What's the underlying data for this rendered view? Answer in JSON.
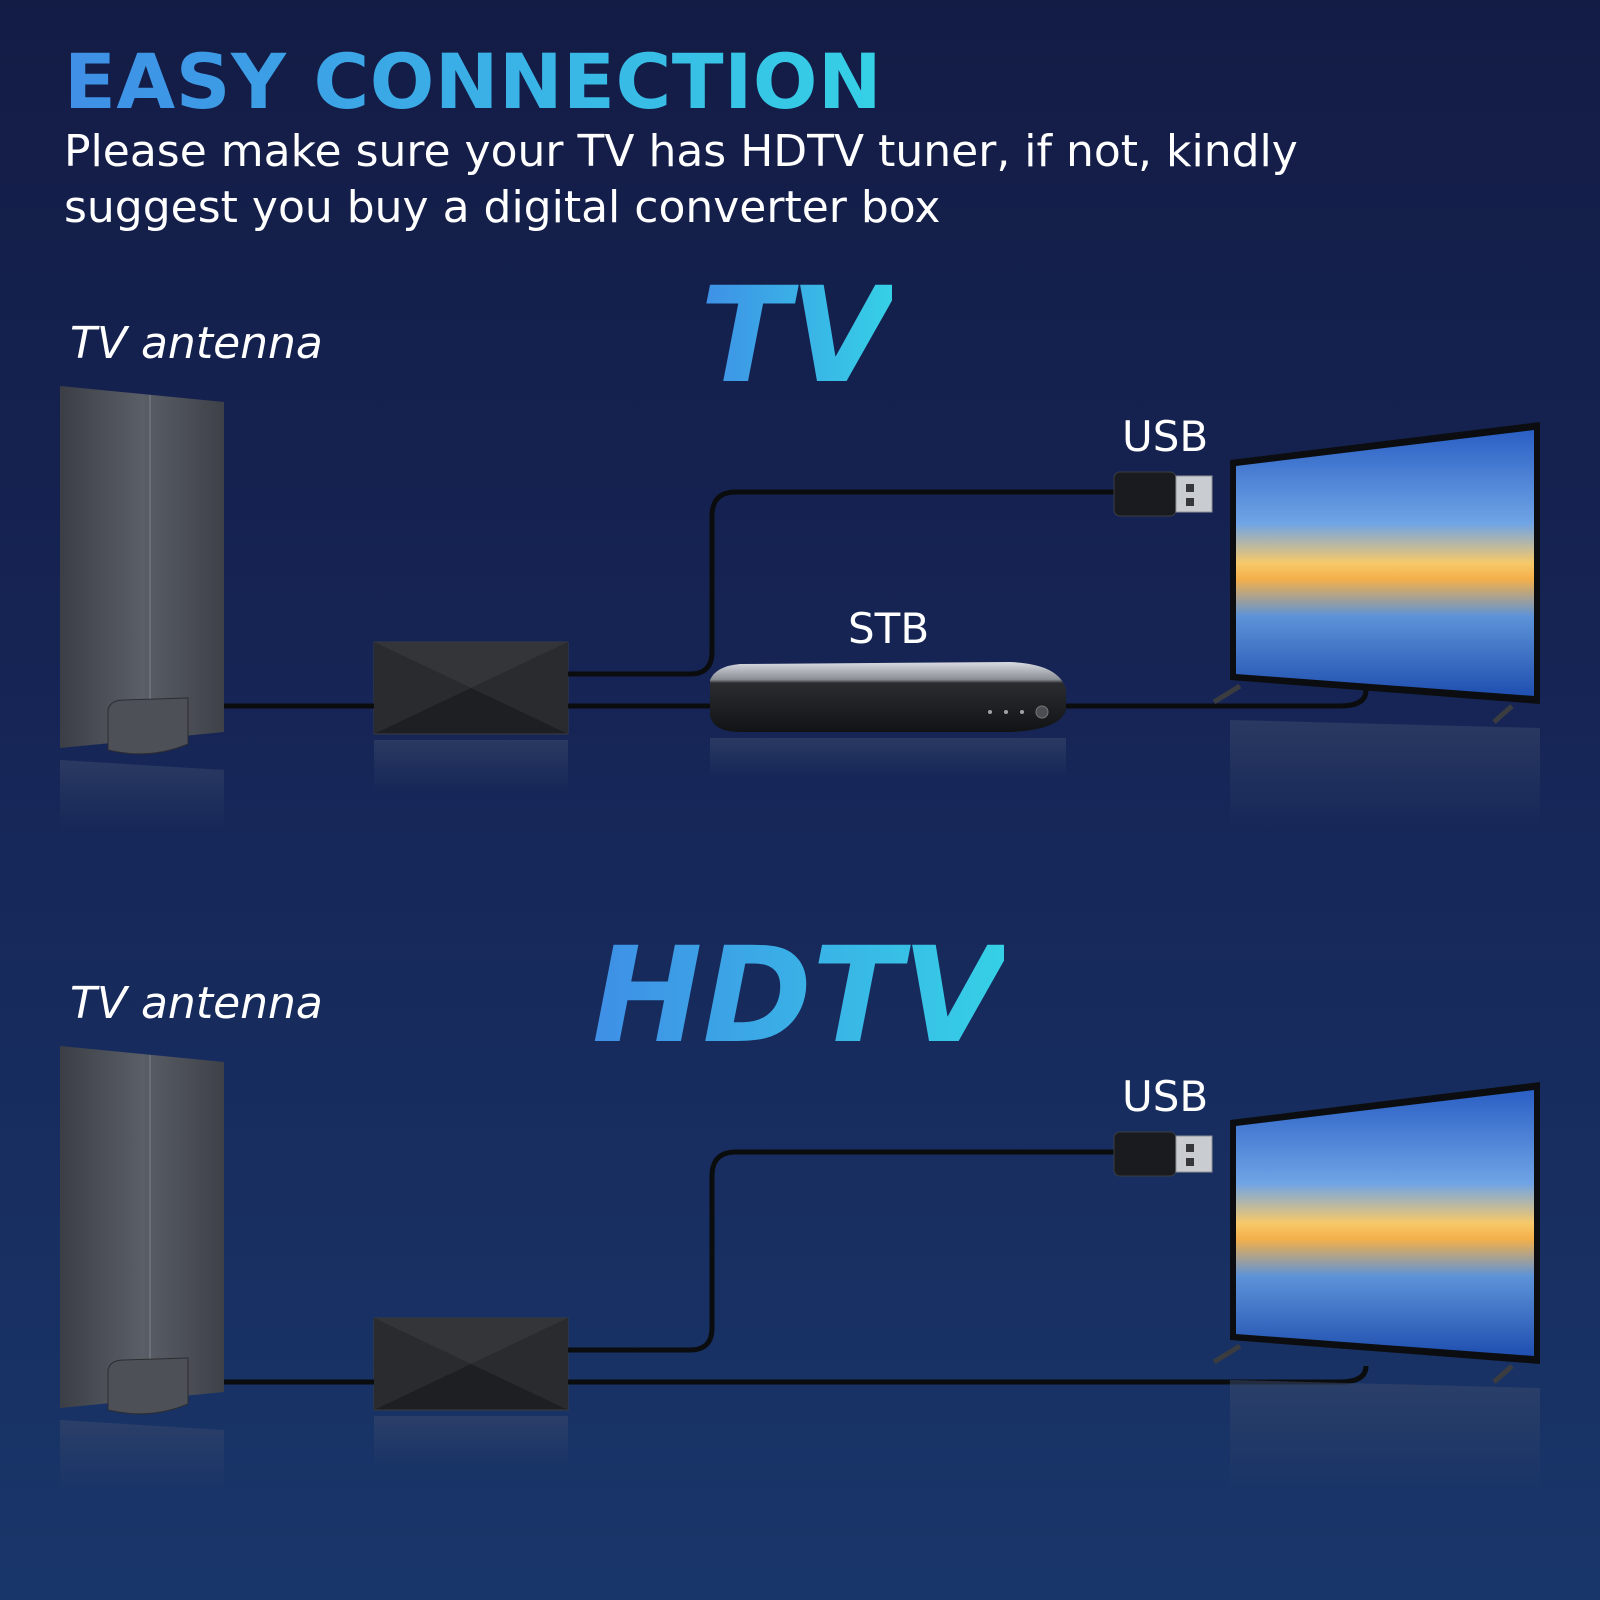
{
  "header": {
    "title": "EASY CONNECTION",
    "subtitle": "Please make sure your TV has HDTV tuner, if not, kindly suggest you buy a digital converter box"
  },
  "diagrams": [
    {
      "title": "TV",
      "antenna_label": "TV antenna",
      "usb_label": "USB",
      "stb_label": "STB"
    },
    {
      "title": "HDTV",
      "antenna_label": "TV antenna",
      "usb_label": "USB"
    }
  ],
  "colors": {
    "background_top": "#131c45",
    "background_bottom": "#19366a",
    "accent_gradient_start": "#3f8fe6",
    "accent_gradient_end": "#35d0e6"
  }
}
